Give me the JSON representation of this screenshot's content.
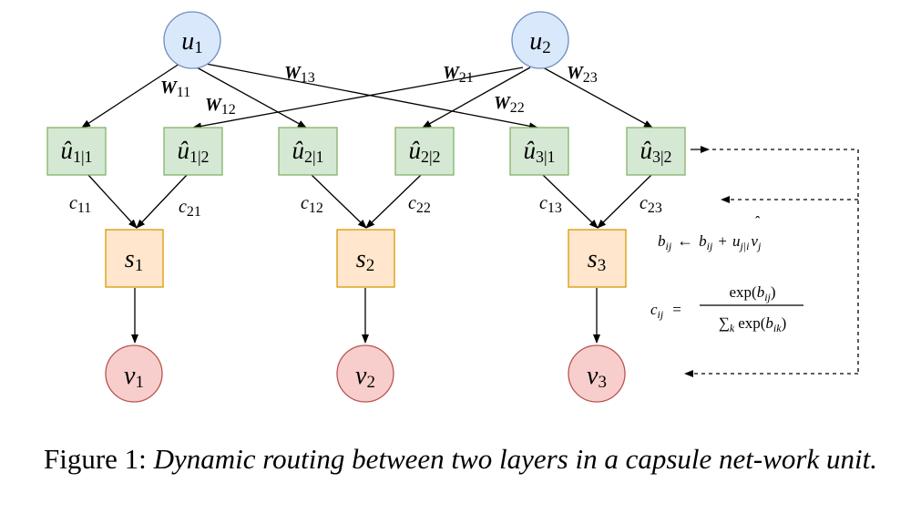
{
  "nodes": {
    "u1": {
      "name": "u",
      "sub": "1"
    },
    "u2": {
      "name": "u",
      "sub": "2"
    },
    "uhat": [
      {
        "name": "û",
        "sub": "1|1"
      },
      {
        "name": "û",
        "sub": "1|2"
      },
      {
        "name": "û",
        "sub": "2|1"
      },
      {
        "name": "û",
        "sub": "2|2"
      },
      {
        "name": "û",
        "sub": "3|1"
      },
      {
        "name": "û",
        "sub": "3|2"
      }
    ],
    "s": [
      {
        "name": "s",
        "sub": "1"
      },
      {
        "name": "s",
        "sub": "2"
      },
      {
        "name": "s",
        "sub": "3"
      }
    ],
    "v": [
      {
        "name": "v",
        "sub": "1"
      },
      {
        "name": "v",
        "sub": "2"
      },
      {
        "name": "v",
        "sub": "3"
      }
    ]
  },
  "weights": [
    {
      "name": "W",
      "sub": "11"
    },
    {
      "name": "W",
      "sub": "12"
    },
    {
      "name": "W",
      "sub": "13"
    },
    {
      "name": "W",
      "sub": "21"
    },
    {
      "name": "W",
      "sub": "22"
    },
    {
      "name": "W",
      "sub": "23"
    }
  ],
  "couplings": [
    {
      "name": "c",
      "sub": "11"
    },
    {
      "name": "c",
      "sub": "21"
    },
    {
      "name": "c",
      "sub": "12"
    },
    {
      "name": "c",
      "sub": "22"
    },
    {
      "name": "c",
      "sub": "13"
    },
    {
      "name": "c",
      "sub": "23"
    }
  ],
  "formulas": {
    "update": {
      "lhs": "b",
      "lhs_sub": "ij",
      "arrow": "←",
      "term1": "b",
      "term1_sub": "ij",
      "plus": "+",
      "hat": "ˆ",
      "term2": "u",
      "term2_sub": "j|i",
      "term3": "v",
      "term3_sub": "j"
    },
    "softmax": {
      "lhs": "c",
      "lhs_sub": "ij",
      "eq": "=",
      "num_pre": "exp(",
      "num_var": "b",
      "num_sub": "ij",
      "num_post": ")",
      "sum": "∑",
      "sum_sub": "k",
      "den_pre": "exp(",
      "den_var": "b",
      "den_sub": "ik",
      "den_post": ")"
    }
  },
  "caption": {
    "prefix": "Figure 1: ",
    "text": "Dynamic routing between two layers in a capsule net-work unit."
  },
  "colors": {
    "input_fill": "#dae8fc",
    "input_stroke": "#6c8ebf",
    "pred_fill": "#d5e8d4",
    "pred_stroke": "#82b366",
    "sum_fill": "#ffe6cc",
    "sum_stroke": "#d79b00",
    "out_fill": "#f8cecc",
    "out_stroke": "#b85450"
  }
}
